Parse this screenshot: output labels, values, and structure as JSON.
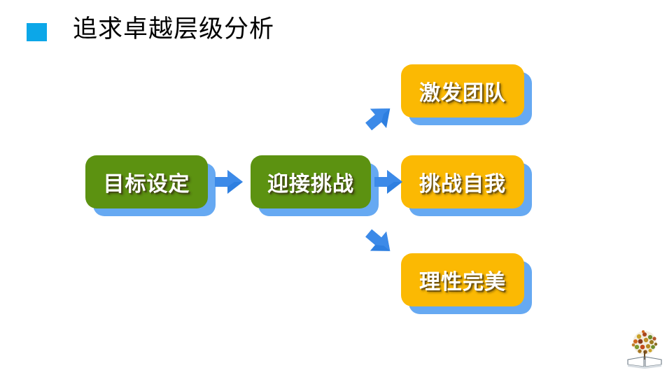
{
  "slide": {
    "title": "追求卓越层级分析",
    "bullet_icon": "blue-square-bullet",
    "background_color": "#ffffff"
  },
  "colors": {
    "bullet": "#0CA7E8",
    "node_green": "#5C9211",
    "node_orange": "#FBB903",
    "node_shadow_blue": "#66A9F2",
    "arrow_blue": "#2E7FE0",
    "label_text": "#FFFFFF",
    "title_text": "#000000"
  },
  "diagram": {
    "type": "flow",
    "nodes": [
      {
        "id": "goal",
        "label": "目标设定",
        "color": "green",
        "row": "middle",
        "column": 1
      },
      {
        "id": "challenge",
        "label": "迎接挑战",
        "color": "green",
        "row": "middle",
        "column": 2
      },
      {
        "id": "team",
        "label": "激发团队",
        "color": "orange",
        "row": "top",
        "column": 3
      },
      {
        "id": "self",
        "label": "挑战自我",
        "color": "orange",
        "row": "middle",
        "column": 3
      },
      {
        "id": "perfect",
        "label": "理性完美",
        "color": "orange",
        "row": "bottom",
        "column": 3
      }
    ],
    "arrows": [
      {
        "id": "goal-to-challenge",
        "from": "goal",
        "to": "challenge",
        "direction": "right"
      },
      {
        "id": "challenge-to-self",
        "from": "challenge",
        "to": "self",
        "direction": "right"
      },
      {
        "id": "challenge-to-team",
        "from": "challenge",
        "to": "team",
        "direction": "up-right"
      },
      {
        "id": "challenge-to-perfect",
        "from": "challenge",
        "to": "perfect",
        "direction": "down-right"
      }
    ]
  },
  "logo": {
    "name": "book-tree-logo",
    "description": "open book with colorful foliage tree"
  }
}
